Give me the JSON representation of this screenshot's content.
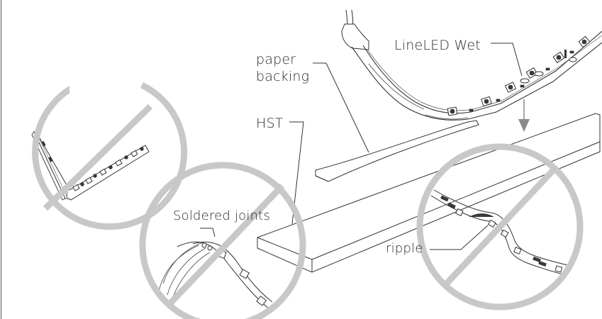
{
  "labels": {
    "paper_line1": "paper",
    "paper_line2": "backing",
    "hst": "HST",
    "lineled_wet": "LineLED Wet",
    "soldered_joints": "Soldered joints",
    "ripple": "ripple"
  },
  "colors": {
    "prohibit_stroke": "#c8c8c8",
    "line_art": "#333333",
    "background": "#ffffff"
  },
  "icons": {
    "prohibited_symbol": "prohibited-circle-slash-icon",
    "direction_arrow": "arrow-down-icon"
  }
}
